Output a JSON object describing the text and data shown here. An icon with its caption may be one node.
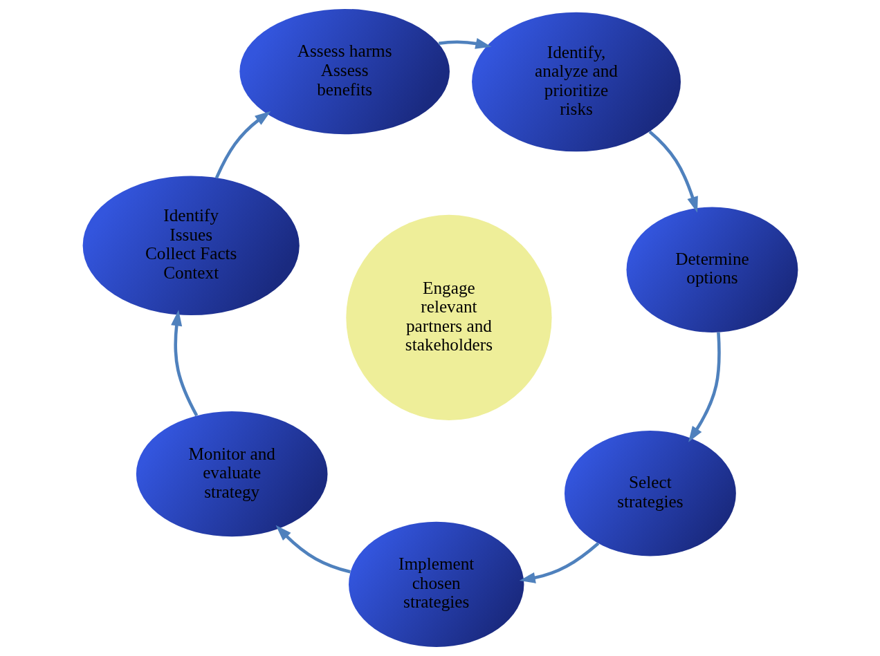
{
  "diagram": {
    "nodes": [
      {
        "text": [
          "Identify Issues",
          "Collect Facts",
          "Context"
        ]
      },
      {
        "text": [
          "Assess harms",
          "Assess benefits"
        ]
      },
      {
        "text": [
          "Monitor and evaluate strategy"
        ]
      },
      {
        "text": [
          "Engage relevant partners and stakeholders"
        ]
      },
      {
        "text": [
          "Identify, analyze and prioritize risks"
        ]
      },
      {
        "text": [
          "Implement chosen strategies"
        ]
      },
      {
        "text": [
          "Determine options"
        ]
      },
      {
        "text": [
          "Select strategies"
        ]
      }
    ],
    "edges": [
      {
        "from": 0,
        "to": 1,
        "arrow": "to"
      },
      {
        "from": 1,
        "to": 4,
        "arrow": "to"
      },
      {
        "from": 4,
        "to": 6,
        "arrow": "to"
      },
      {
        "from": 6,
        "to": 7,
        "arrow": "to"
      },
      {
        "from": 7,
        "to": 5,
        "arrow": "to"
      },
      {
        "from": 5,
        "to": 2,
        "arrow": "to"
      },
      {
        "from": 2,
        "to": 0,
        "arrow": "to"
      }
    ]
  }
}
